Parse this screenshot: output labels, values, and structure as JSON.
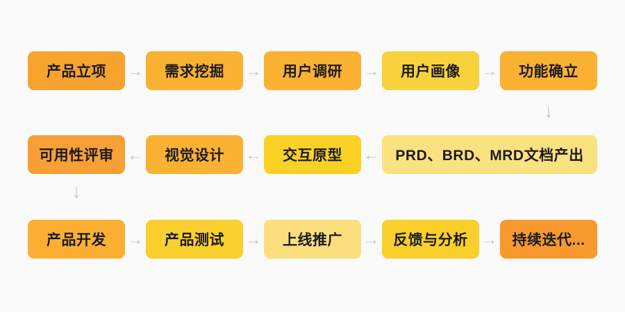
{
  "canvas": {
    "background": "#FAFAFA",
    "arrow_color": "#C4C4C4",
    "text_color": "#1B1B1B"
  },
  "icons": {
    "arrow_right": "→",
    "arrow_left": "←",
    "arrow_down": "↓"
  },
  "row1": {
    "flow_direction": "right",
    "items": [
      {
        "label": "产品立项",
        "color": "#F8A22F"
      },
      {
        "label": "需求挖掘",
        "color": "#FBB132"
      },
      {
        "label": "用户调研",
        "color": "#FBB132"
      },
      {
        "label": "用户画像",
        "color": "#F8D23C"
      },
      {
        "label": "功能确立",
        "color": "#FBB132"
      }
    ]
  },
  "row2": {
    "flow_direction": "left",
    "items": [
      {
        "label": "可用性评审",
        "color": "#F89F35"
      },
      {
        "label": "视觉设计",
        "color": "#FBB132"
      },
      {
        "label": "交互原型",
        "color": "#FBD125"
      },
      {
        "label": "PRD、BRD、MRD文档产出",
        "color": "#FCE181"
      }
    ]
  },
  "row3": {
    "flow_direction": "right",
    "items": [
      {
        "label": "产品开发",
        "color": "#FAAF33"
      },
      {
        "label": "产品测试",
        "color": "#F9D02F"
      },
      {
        "label": "上线推广",
        "color": "#FCDE7C"
      },
      {
        "label": "反馈与分析",
        "color": "#F9CF2B"
      },
      {
        "label": "持续迭代...",
        "color": "#F8992E"
      }
    ]
  }
}
